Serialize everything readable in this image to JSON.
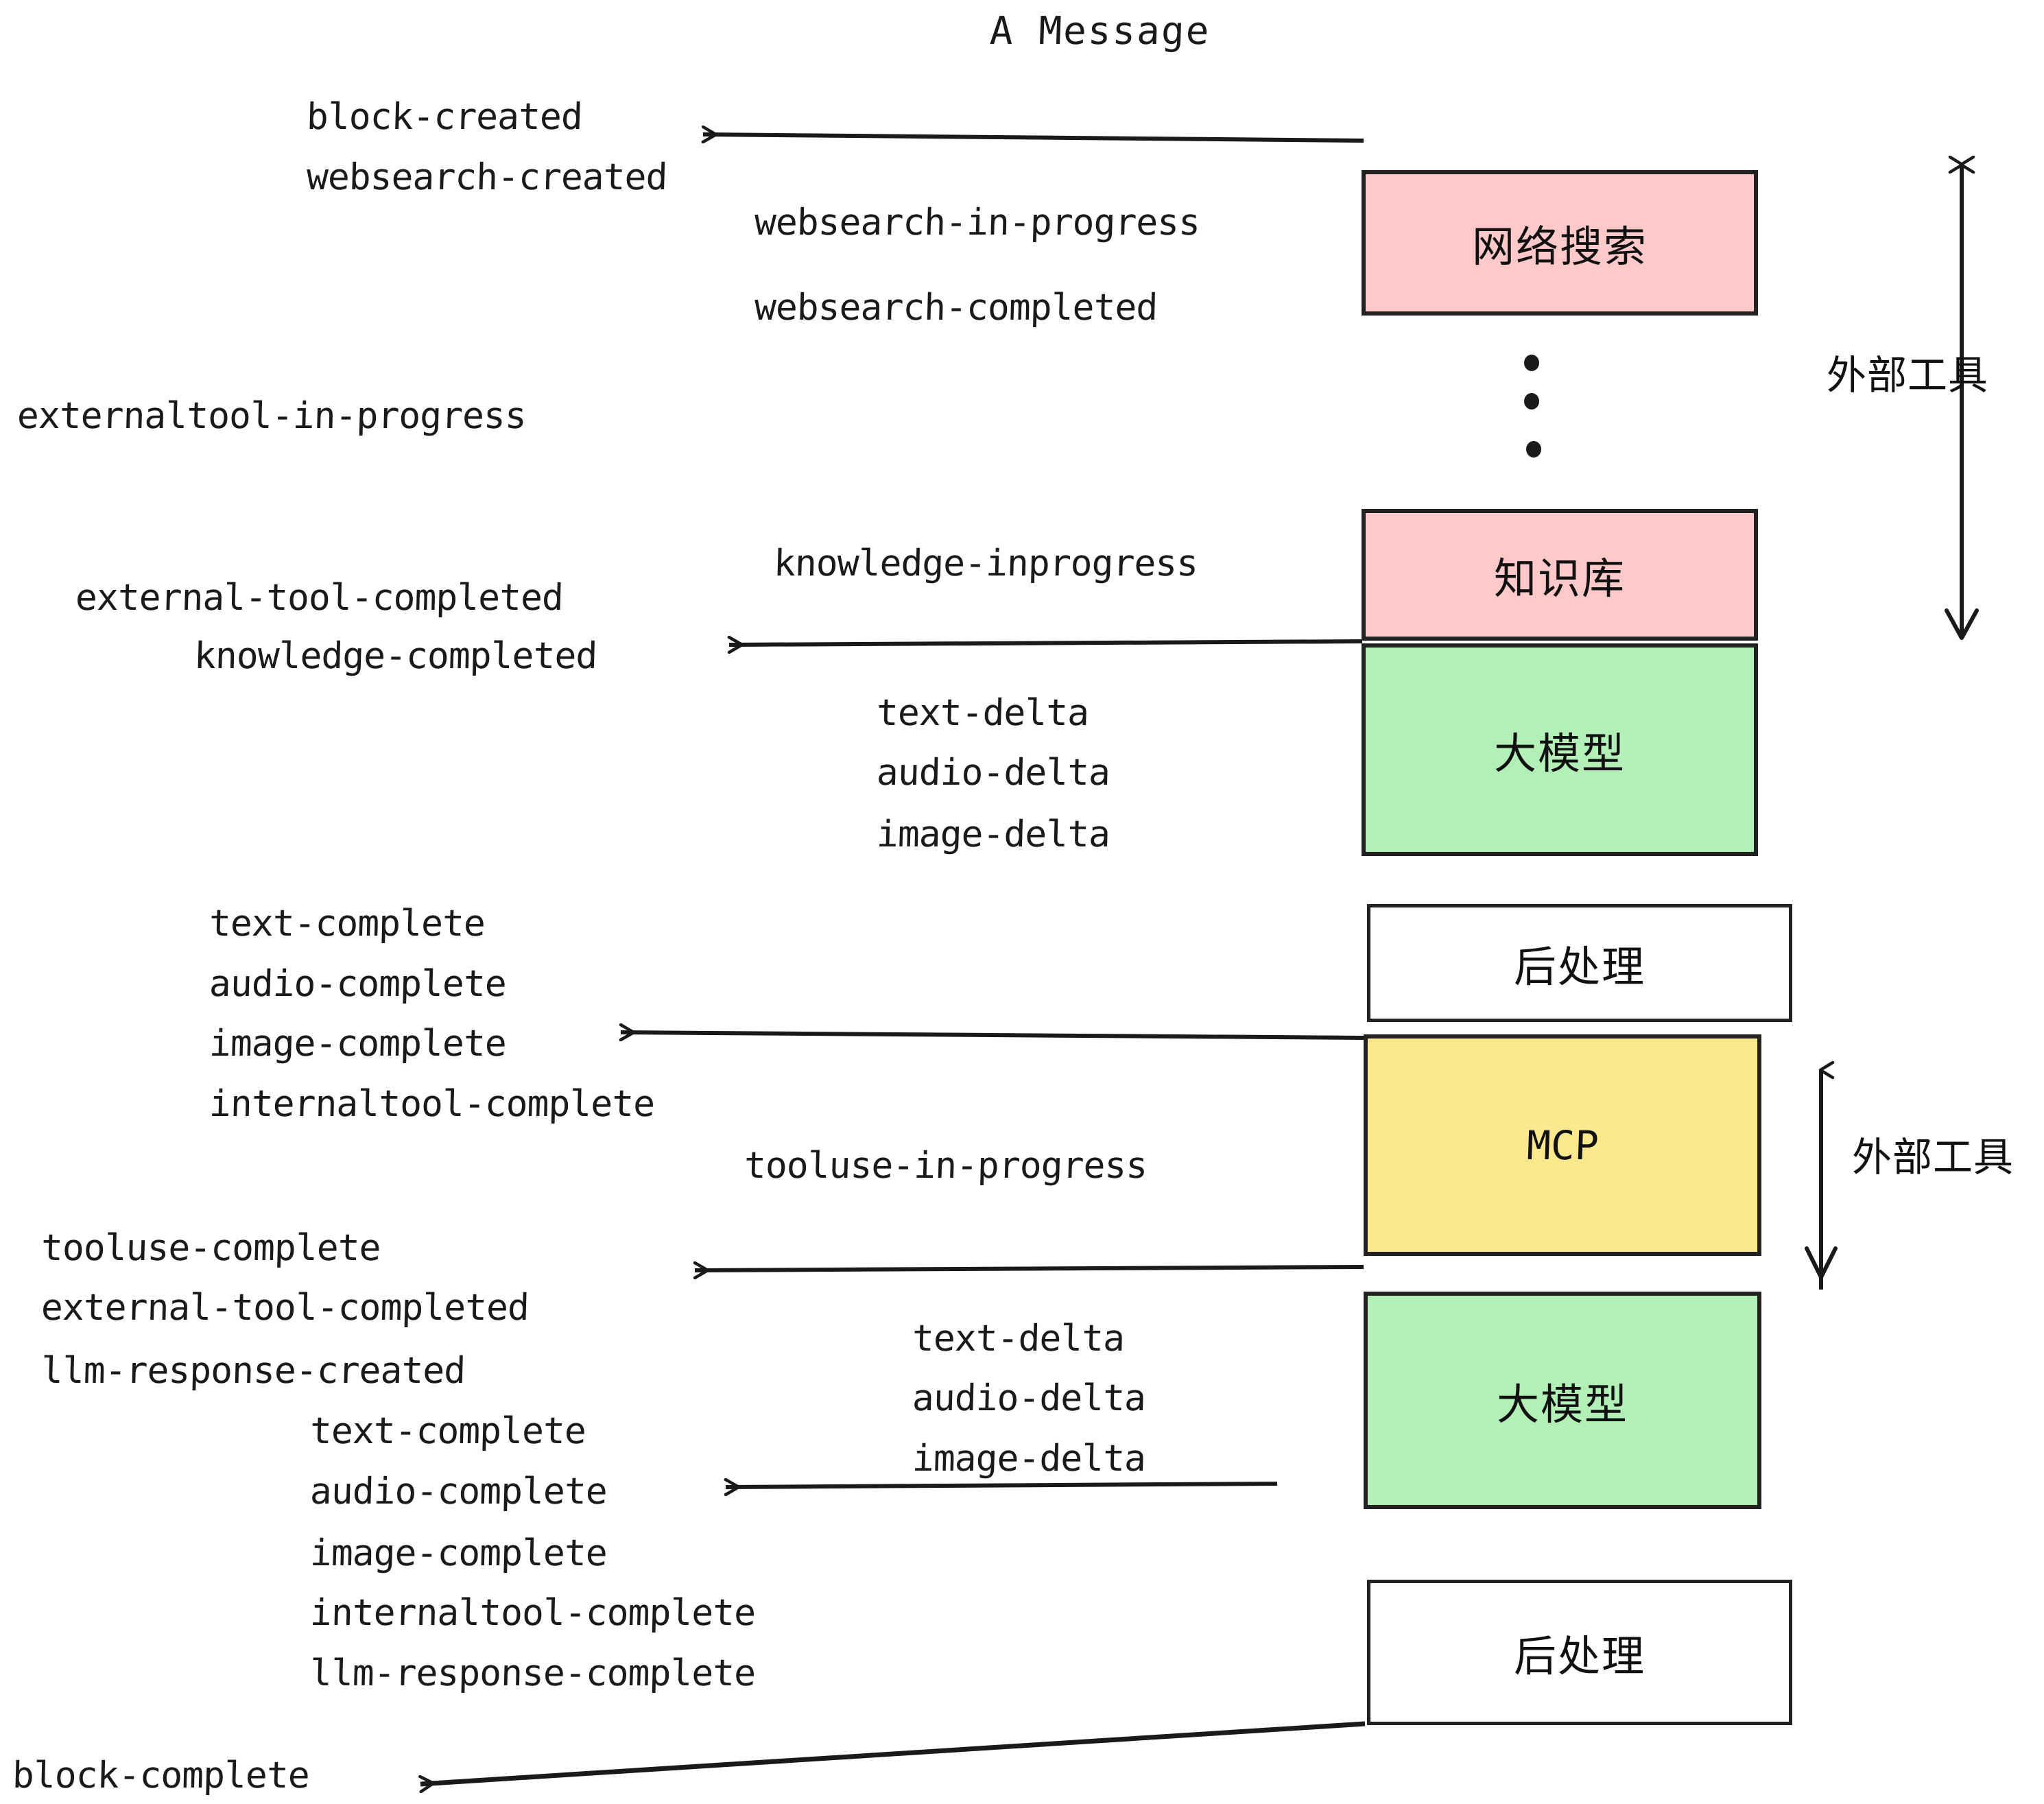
{
  "title": "A Message",
  "colors": {
    "pink": "#FFC9C9",
    "green": "#B2F0B8",
    "yellow": "#FCE98D",
    "white": "#FFFFFF",
    "stroke": "#222222",
    "text": "#1A1A1A"
  },
  "nodes": [
    {
      "id": "websearch",
      "label": "网络搜索",
      "fill": "pink"
    },
    {
      "id": "knowledge",
      "label": "知识库",
      "fill": "pink"
    },
    {
      "id": "llm-1",
      "label": "大模型",
      "fill": "green"
    },
    {
      "id": "postprocess-1",
      "label": "后处理",
      "fill": "white"
    },
    {
      "id": "mcp",
      "label": "MCP",
      "fill": "yellow"
    },
    {
      "id": "llm-2",
      "label": "大模型",
      "fill": "green"
    },
    {
      "id": "postprocess-2",
      "label": "后处理",
      "fill": "white"
    }
  ],
  "group_labels": [
    {
      "id": "external-tools-top",
      "text": "外部工具"
    },
    {
      "id": "external-tools-bottom",
      "text": "外部工具"
    }
  ],
  "events": [
    {
      "id": "block-created",
      "text": "block-created"
    },
    {
      "id": "websearch-created",
      "text": "websearch-created"
    },
    {
      "id": "websearch-in-progress",
      "text": "websearch-in-progress"
    },
    {
      "id": "websearch-completed",
      "text": "websearch-completed"
    },
    {
      "id": "externaltool-in-progress",
      "text": "externaltool-in-progress"
    },
    {
      "id": "knowledge-inprogress",
      "text": "knowledge-inprogress"
    },
    {
      "id": "external-tool-completed-1",
      "text": "external-tool-completed"
    },
    {
      "id": "knowledge-completed",
      "text": "knowledge-completed"
    },
    {
      "id": "text-delta-1",
      "text": "text-delta"
    },
    {
      "id": "audio-delta-1",
      "text": "audio-delta"
    },
    {
      "id": "image-delta-1",
      "text": "image-delta"
    },
    {
      "id": "text-complete-1",
      "text": "text-complete"
    },
    {
      "id": "audio-complete-1",
      "text": "audio-complete"
    },
    {
      "id": "image-complete-1",
      "text": "image-complete"
    },
    {
      "id": "internaltool-complete-1",
      "text": "internaltool-complete"
    },
    {
      "id": "tooluse-in-progress",
      "text": "tooluse-in-progress"
    },
    {
      "id": "tooluse-complete",
      "text": "tooluse-complete"
    },
    {
      "id": "external-tool-completed-2",
      "text": "external-tool-completed"
    },
    {
      "id": "llm-response-created",
      "text": "llm-response-created"
    },
    {
      "id": "text-delta-2",
      "text": "text-delta"
    },
    {
      "id": "audio-delta-2",
      "text": "audio-delta"
    },
    {
      "id": "image-delta-2",
      "text": "image-delta"
    },
    {
      "id": "text-complete-2",
      "text": "text-complete"
    },
    {
      "id": "audio-complete-2",
      "text": "audio-complete"
    },
    {
      "id": "image-complete-2",
      "text": "image-complete"
    },
    {
      "id": "internaltool-complete-2",
      "text": "internaltool-complete"
    },
    {
      "id": "llm-response-complete",
      "text": "llm-response-complete"
    },
    {
      "id": "block-complete",
      "text": "block-complete"
    }
  ]
}
